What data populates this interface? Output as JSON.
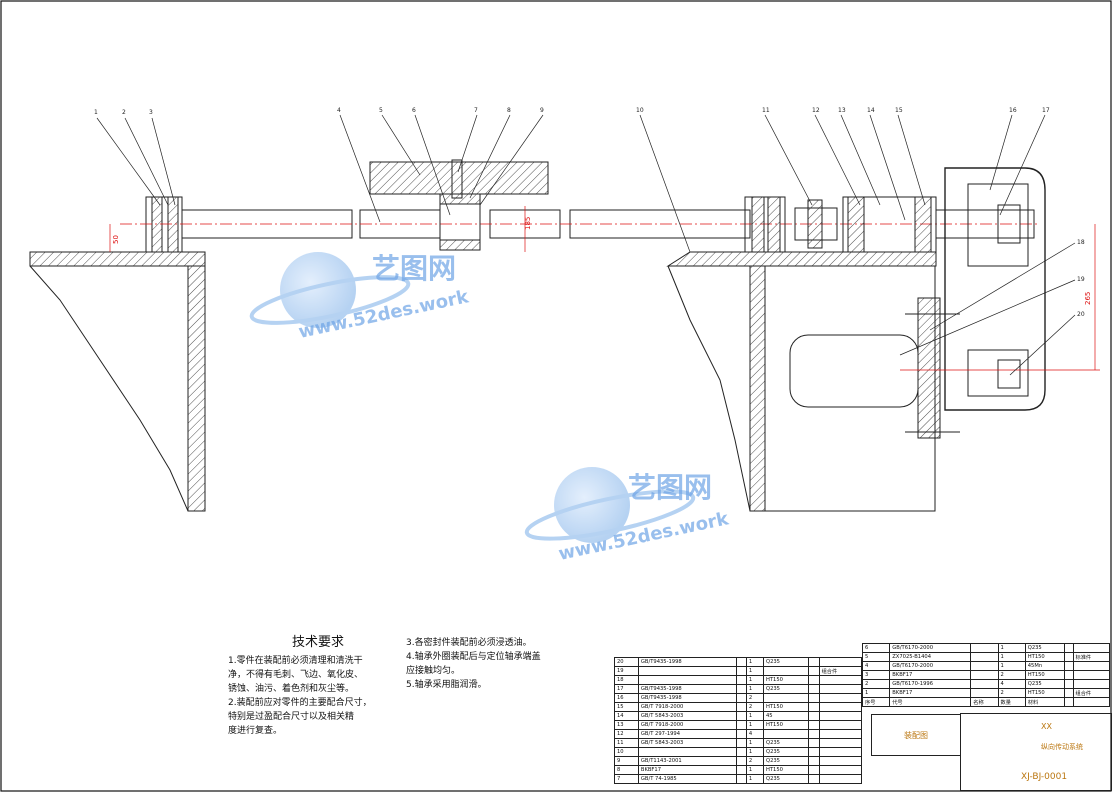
{
  "watermark": {
    "brand": "艺图网",
    "url": "www.52des.work"
  },
  "callouts": [
    "1",
    "2",
    "3",
    "4",
    "5",
    "6",
    "7",
    "8",
    "9",
    "10",
    "11",
    "12",
    "13",
    "14",
    "15",
    "16",
    "17",
    "18",
    "19",
    "20"
  ],
  "dimensions": {
    "d1": "50",
    "d2": "185",
    "d3": "265"
  },
  "tech": {
    "title": "技术要求",
    "left": [
      "1.零件在装配前必须清理和清洗干",
      "净，不得有毛刺、飞边、氧化皮、",
      "锈蚀、油污、着色剂和灰尘等。",
      "2.装配前应对零件的主要配合尺寸，",
      "特别是过盈配合尺寸以及相关精",
      "度进行复查。"
    ],
    "right": [
      "3.各密封件装配前必须浸透油。",
      "4.轴承外圈装配后与定位轴承端盖",
      "应接触均匀。",
      "5.轴承采用脂润滑。"
    ]
  },
  "bom_upper": [
    [
      "6",
      "GB/T6170-2000",
      "",
      "1",
      "Q235",
      "",
      ""
    ],
    [
      "5",
      "ZX7025-B1404",
      "",
      "1",
      "HT150",
      "",
      "标准件"
    ],
    [
      "4",
      "GB/T6170-2000",
      "",
      "1",
      "45Mn",
      "",
      ""
    ],
    [
      "3",
      "BKBF17",
      "",
      "2",
      "HT150",
      "",
      ""
    ],
    [
      "2",
      "GB/T6170-1996",
      "",
      "4",
      "Q235",
      "",
      ""
    ],
    [
      "1",
      "BKBF17",
      "",
      "2",
      "HT150",
      "",
      "组合件"
    ],
    [
      "序号",
      "代号",
      "名称",
      "数量",
      "材料",
      "",
      ""
    ]
  ],
  "bom_lower": [
    [
      "20",
      "GB/T9435-1998",
      "",
      "1",
      "Q235",
      "",
      ""
    ],
    [
      "19",
      "",
      "",
      "1",
      "",
      "",
      "组合件"
    ],
    [
      "18",
      "",
      "",
      "1",
      "HT150",
      "",
      ""
    ],
    [
      "17",
      "GB/T9435-1998",
      "",
      "1",
      "Q235",
      "",
      ""
    ],
    [
      "16",
      "GB/T9435-1998",
      "",
      "2",
      "",
      "",
      ""
    ],
    [
      "15",
      "GB/T 7918-2000",
      "",
      "2",
      "HT150",
      "",
      ""
    ],
    [
      "14",
      "GB/T 5843-2003",
      "",
      "1",
      "45",
      "",
      ""
    ],
    [
      "13",
      "GB/T 7918-2000",
      "",
      "1",
      "HT150",
      "",
      ""
    ],
    [
      "12",
      "GB/T 297-1994",
      "",
      "4",
      "",
      "",
      ""
    ],
    [
      "11",
      "GB/T 5843-2003",
      "",
      "1",
      "Q235",
      "",
      ""
    ],
    [
      "10",
      "",
      "",
      "1",
      "Q235",
      "",
      ""
    ],
    [
      "9",
      "GB/T1143-2001",
      "",
      "2",
      "Q235",
      "",
      ""
    ],
    [
      "8",
      "BKBF17",
      "",
      "1",
      "HT150",
      "",
      ""
    ],
    [
      "7",
      "GB/T 74-1985",
      "",
      "1",
      "Q235",
      "",
      ""
    ]
  ],
  "title_block": {
    "name": "装配图",
    "project": "XX",
    "drawing": "纵向传动系统",
    "code": "XJ-BJ-0001"
  }
}
